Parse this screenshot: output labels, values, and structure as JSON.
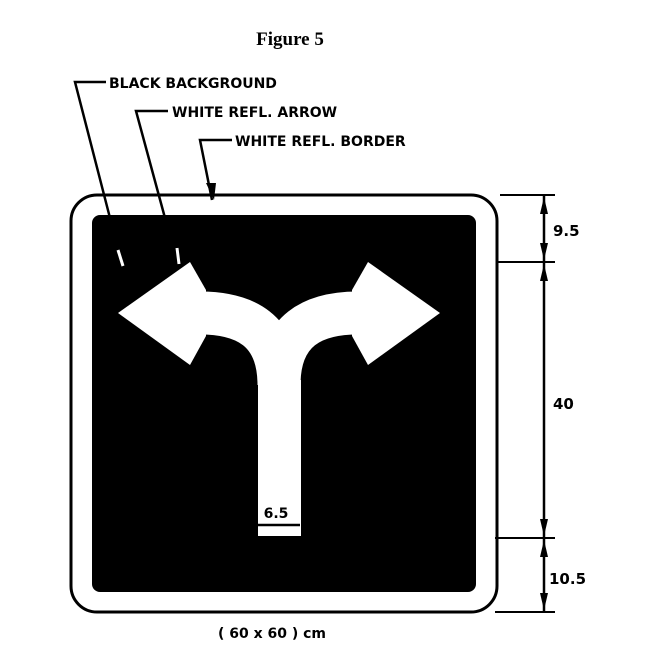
{
  "title": "Figure 5",
  "labels": {
    "black_background": "BLACK BACKGROUND",
    "white_arrow": "WHITE REFL. ARROW",
    "white_border": "WHITE REFL. BORDER"
  },
  "dimensions": {
    "top": "9.5",
    "middle": "40",
    "bottom": "10.5",
    "stem_width": "6.5",
    "overall": "( 60 x 60 ) cm"
  },
  "colors": {
    "ink": "#000000",
    "paper": "#ffffff"
  }
}
